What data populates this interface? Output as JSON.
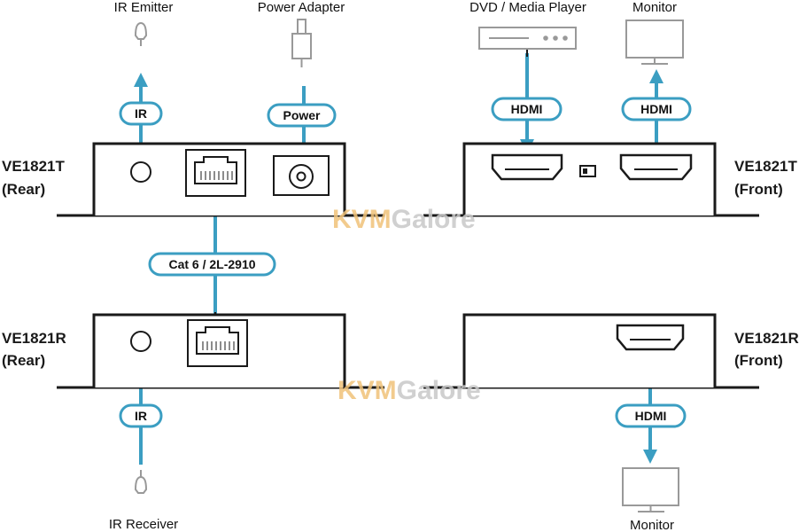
{
  "devices": {
    "tx_rear": [
      "VE1821T",
      "(Rear)"
    ],
    "tx_front": [
      "VE1821T",
      "(Front)"
    ],
    "rx_rear": [
      "VE1821R",
      "(Rear)"
    ],
    "rx_front": [
      "VE1821R",
      "(Front)"
    ]
  },
  "peripherals": {
    "ir_emitter": "IR Emitter",
    "power_adapter": "Power Adapter",
    "dvd_player": "DVD / Media Player",
    "monitor_top": "Monitor",
    "ir_receiver": "IR Receiver",
    "monitor_bottom": "Monitor"
  },
  "connections": {
    "ir_top": "IR",
    "power": "Power",
    "hdmi_in": "HDMI",
    "hdmi_out_top": "HDMI",
    "cable": "Cat 6 / 2L-2910",
    "ir_bottom": "IR",
    "hdmi_out_bottom": "HDMI"
  },
  "watermark": {
    "part1": "KVM",
    "part2": "Galore",
    "color1": "#f0c27a",
    "color2": "#c8c8c8"
  },
  "colors": {
    "connector": "#3b9ec2",
    "outline": "#1a1a1a",
    "peripheral": "#999999"
  }
}
